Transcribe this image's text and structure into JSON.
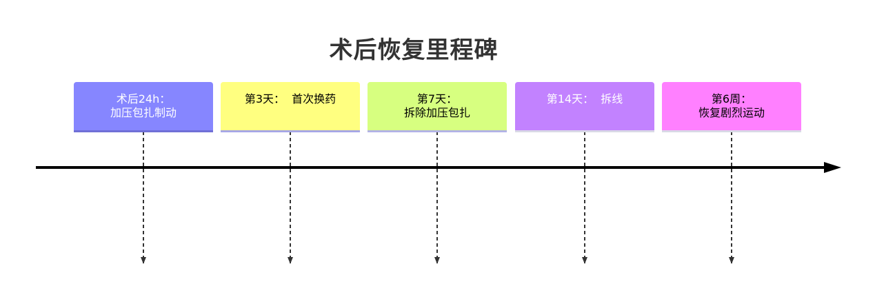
{
  "title": "术后恢复里程碑",
  "milestones": [
    {
      "line1": "术后24h：",
      "line2": "加压包扎制动",
      "bg": "#8686ff",
      "text_color": "#ffffff",
      "underline": "#6f6fd6"
    },
    {
      "line1": "第3天：  首次换药",
      "line2": "",
      "bg": "#ffff80",
      "text_color": "#000000",
      "underline": "#a7a7e6"
    },
    {
      "line1": "第7天：",
      "line2": "拆除加压包扎",
      "bg": "#d7ff80",
      "text_color": "#000000",
      "underline": "#b3b3e6"
    },
    {
      "line1": "第14天：  拆线",
      "line2": "",
      "bg": "#c282ff",
      "text_color": "#ffffff",
      "underline": "#d9d9e6"
    },
    {
      "line1": "第6周：",
      "line2": "恢复剧烈运动",
      "bg": "#ff80ff",
      "text_color": "#000000",
      "underline": "#d9d9e6"
    }
  ],
  "colors": {
    "axis": "#000000",
    "connector": "#333333",
    "title": "#333333"
  }
}
